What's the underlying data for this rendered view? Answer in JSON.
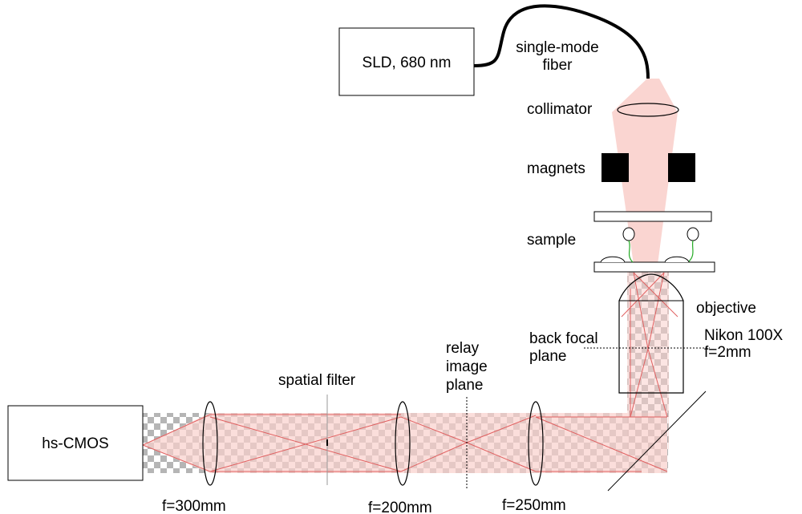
{
  "source": {
    "label": "SLD, 680 nm"
  },
  "fiber": {
    "label_line1": "single-mode",
    "label_line2": "fiber"
  },
  "collimator": {
    "label": "collimator"
  },
  "magnets": {
    "label": "magnets"
  },
  "sample": {
    "label": "sample"
  },
  "objective": {
    "label": "objective",
    "model": "Nikon 100X",
    "focal": "f=2mm"
  },
  "back_focal_plane": {
    "line1": "back focal",
    "line2": "plane"
  },
  "relay_plane": {
    "line1": "relay",
    "line2": "image",
    "line3": "plane"
  },
  "spatial_filter": {
    "label": "spatial filter"
  },
  "camera": {
    "label": "hs-CMOS"
  },
  "lenses": [
    {
      "focal": "f=300mm"
    },
    {
      "focal": "f=200mm"
    },
    {
      "focal": "f=250mm"
    }
  ],
  "colors": {
    "beam_fill": "#f9d0cc",
    "ray_line": "#e06060",
    "checker_dark": "#a8a8a8",
    "checker_light": "#ffffff",
    "tether": "#22aa22"
  }
}
